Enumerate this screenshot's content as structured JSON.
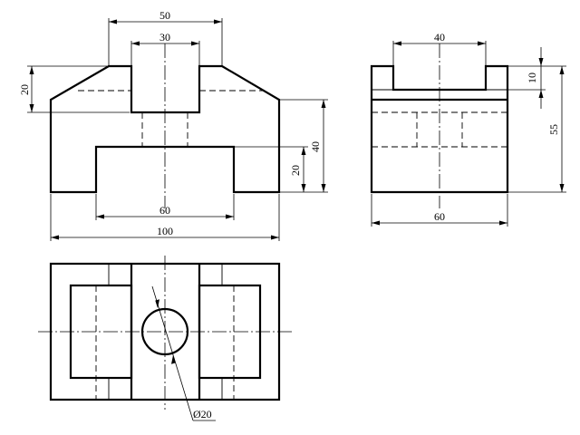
{
  "drawing": {
    "front": {
      "dim_top_outer": "50",
      "dim_top_inner": "30",
      "dim_left_height": "20",
      "dim_right_height": "40",
      "dim_right_inner": "20",
      "dim_bottom_slot": "60",
      "dim_overall_width": "100"
    },
    "side": {
      "dim_top_width": "40",
      "dim_right_small": "10",
      "dim_right_height": "55",
      "dim_bottom_width": "60"
    },
    "top": {
      "dim_hole": "Ø20"
    }
  }
}
